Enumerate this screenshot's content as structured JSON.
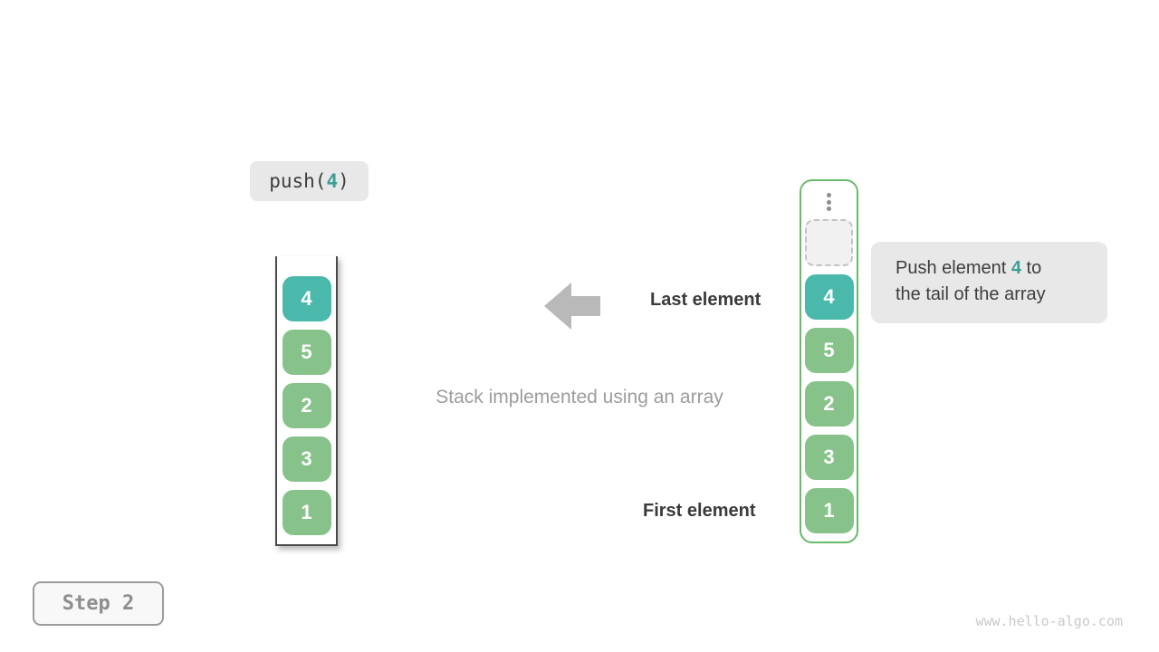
{
  "colors": {
    "teal_fill": "#4ab9ac",
    "teal_text": "#3d9f94",
    "green_fill": "#86c28a",
    "green_border": "#68bb6c",
    "gray_bubble": "#e8e8e8",
    "dark_text": "#3a3a3a",
    "muted_text": "#9c9c9c",
    "arrow_gray": "#b9b9b9",
    "container_border": "#4a4a4a",
    "empty_slot_fill": "#f1f1f1",
    "empty_slot_border": "#c3c3c3",
    "step_text": "#8e8e8e",
    "watermark_text": "#c9c9c9"
  },
  "operation_label": {
    "prefix": "push(",
    "value": "4",
    "suffix": ")"
  },
  "left_stack": {
    "items": [
      {
        "value": "4",
        "highlight": true
      },
      {
        "value": "5",
        "highlight": false
      },
      {
        "value": "2",
        "highlight": false
      },
      {
        "value": "3",
        "highlight": false
      },
      {
        "value": "1",
        "highlight": false
      }
    ]
  },
  "right_stack": {
    "ellipsis_icon": "vertical-dots-icon",
    "has_empty_slot": true,
    "items": [
      {
        "value": "4",
        "highlight": true
      },
      {
        "value": "5",
        "highlight": false
      },
      {
        "value": "2",
        "highlight": false
      },
      {
        "value": "3",
        "highlight": false
      },
      {
        "value": "1",
        "highlight": false
      }
    ]
  },
  "labels": {
    "last_element": "Last element",
    "first_element": "First element",
    "caption": "Stack implemented using an array"
  },
  "callout": {
    "line1_prefix": "Push element ",
    "line1_value": "4",
    "line1_suffix": " to",
    "line2": "the tail of the array"
  },
  "step_badge": {
    "label": "Step 2"
  },
  "watermark": "www.hello-algo.com"
}
